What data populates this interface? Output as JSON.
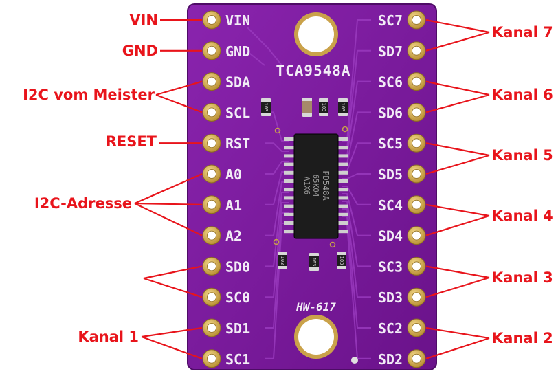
{
  "chip": {
    "model": "TCA9548A",
    "ic_marking": [
      "PD548A",
      "65K04",
      "A1X6"
    ],
    "board_id": "HW-617"
  },
  "left_pins": [
    "VIN",
    "GND",
    "SDA",
    "SCL",
    "RST",
    "A0",
    "A1",
    "A2",
    "SD0",
    "SC0",
    "SD1",
    "SC1"
  ],
  "right_pins": [
    "SC7",
    "SD7",
    "SC6",
    "SD6",
    "SC5",
    "SD5",
    "SC4",
    "SD4",
    "SC3",
    "SD3",
    "SC2",
    "SD2"
  ],
  "resistor_codes": [
    "103",
    "103",
    "103",
    "103",
    "103",
    "103"
  ],
  "annotations": {
    "vin": "VIN",
    "gnd": "GND",
    "i2c_master": "I2C vom Meister",
    "reset": "RESET",
    "i2c_address": "I2C-Adresse",
    "channel_1": "Kanal 1",
    "channel_2": "Kanal 2",
    "channel_3": "Kanal 3",
    "channel_4": "Kanal 4",
    "channel_5": "Kanal 5",
    "channel_6": "Kanal 6",
    "channel_7": "Kanal 7"
  },
  "colors": {
    "pcb": "#7a1a9b",
    "pcb_edge": "#5c0f78",
    "silk": "#f2ecf6",
    "pad": "#d9b45a",
    "annotation": "#e8141b",
    "ic_body": "#1c1c1c"
  }
}
